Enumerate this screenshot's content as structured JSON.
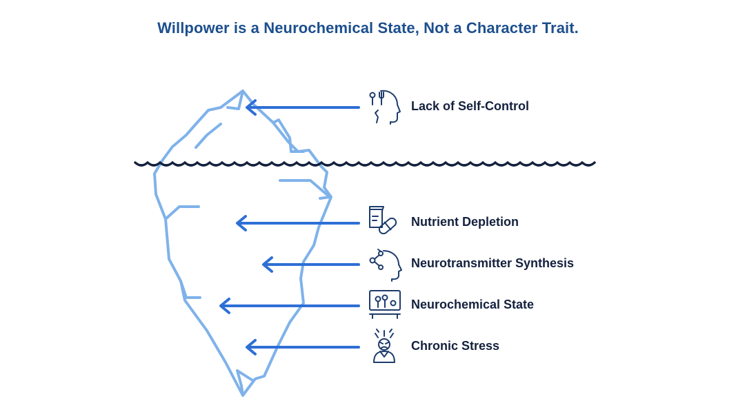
{
  "title": "Willpower is a Neurochemical State, Not a Character Trait.",
  "colors": {
    "title": "#1c4f8e",
    "iceberg": "#7fb2ea",
    "arrow": "#2e6fd6",
    "water": "#14213d",
    "label": "#14213d",
    "icon": "#1c3b6b"
  },
  "above_water": {
    "label": "Lack of Self-Control",
    "icon": "head-fork-spoon-icon"
  },
  "below_water": [
    {
      "label": "Nutrient Depletion",
      "icon": "supplement-pill-icon"
    },
    {
      "label": "Neurotransmitter Synthesis",
      "icon": "head-molecule-icon"
    },
    {
      "label": "Neurochemical State",
      "icon": "monitor-chart-icon"
    },
    {
      "label": "Chronic Stress",
      "icon": "stressed-person-icon"
    }
  ]
}
